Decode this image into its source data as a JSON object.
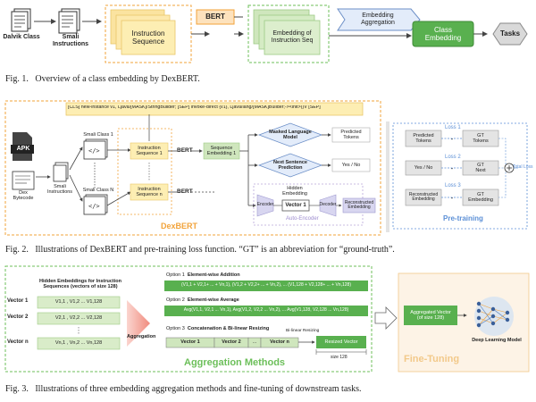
{
  "fig1": {
    "dalvik_class": "Dalvik Class",
    "smali_instructions": "Smali\nInstructions",
    "instruction_sequence": "Instruction\nSequence",
    "bert": "BERT",
    "embedding_of_instruction_seq": "Embedding of\nInstruction Seq",
    "embedding_aggregation": "Embedding\nAggregation",
    "class_embedding": "Class\nEmbedding",
    "tasks": "Tasks",
    "caption_label": "Fig. 1.",
    "caption_text": "Overview of a class embedding by DexBERT."
  },
  "fig2": {
    "sequence_text": "[CLS] new-instance v1, Ljava/[MASK]/StringBuilder; [SEP] invoke-direct {v1}, Ljava/lang/[MASK]Builder;-><init>()V [SEP]",
    "apk": "APK",
    "dex_bytecode": "Dex\nBytecode",
    "smali_class_1": "Smali Class 1",
    "smali_class_n": "Smali Class N",
    "smali_instructions": "Smali\nInstructions",
    "instruction_sequence_1": "Instruction\nSequence 1",
    "instruction_sequence_n": "Instruction\nSequence n",
    "bert_1": "BERT",
    "bert_n": "BERT",
    "sequence_embedding_1": "Sequence\nEmbedding 1",
    "masked_lm": "Masked Language\nModel",
    "predicted_tokens": "Predicted\nTokens",
    "next_sentence_prediction": "Next Sentence\nPrediction",
    "yes_no": "Yes / No",
    "hidden_embedding": "Hidden\nEmbedding",
    "encoder": "Encoder",
    "vector_1": "Vector 1",
    "decoder": "Decoder",
    "reconstructed_embedding": "Reconstructed\nEmbedding",
    "auto_encoder": "Auto-Encoder",
    "dexbert": "DexBERT",
    "loss1": "Loss 1",
    "loss2": "Loss 2",
    "loss3": "Loss 3",
    "pt_predicted_tokens": "Predicted\nTokens",
    "pt_gt_tokens": "GT\nTokens",
    "pt_yes_no": "Yes / No",
    "pt_gt_next": "GT\nNext",
    "pt_reconstructed": "Reconstructed\nEmbedding",
    "pt_gt_embedding": "GT\nEmbedding",
    "total_loss": "Total Loss",
    "pre_training": "Pre-training",
    "caption_label": "Fig. 2.",
    "caption_text": "Illustrations of DexBERT and pre-training loss function. “GT” is an abbreviation for “ground-truth”."
  },
  "fig3": {
    "hidden_title": "Hidden Embeddings for Instruction\nSequences (vectors of size 128)",
    "vector1": "Vector 1",
    "vector2": "Vector 2",
    "vectorn": "Vector n",
    "row1": "V1,1 , V1,2 ...   V1,128",
    "row2": "V2,1 , V2,2 ...   V2,128",
    "rown": "Vn,1 , Vn,2 ...   Vn,128",
    "aggregation": "Aggregation",
    "opt1_label": "Option 1",
    "opt1_title": "Element-wise Addition",
    "opt1_formula": "(V1,1 + V2,1+ ... + Vn,1), (V1,2 + V2,2+ ... + Vn,2), ... (V1,128 + V2,128+ ... + Vn,128)",
    "opt2_label": "Option 2",
    "opt2_title": "Element-wise Average",
    "opt2_formula": "Avg(V1,1, V2,1 ... Vn,1), Avg(V1,2, V2,2 ... Vn,2), ... Avg(V1,128, V2,128 ... Vn,128)",
    "opt3_label": "Option 3",
    "opt3_title": "Concatenation & Bi-linear Resizing",
    "v1": "Vector 1",
    "v2": "Vector 2",
    "vdots": "...",
    "vn": "Vector n",
    "bilinear": "Bi-linear Resizing",
    "resized_vector": "Resized Vector",
    "size128": "size 128",
    "aggregation_methods": "Aggregation Methods",
    "aggregated_vector": "Aggregated Vector\n(of size 128)",
    "deep_learning_model": "Deep Learning Model",
    "fine_tuning": "Fine-Tuning",
    "caption_label": "Fig. 3.",
    "caption_text": "Illustrations of three embedding aggregation methods and fine-tuning of downstream tasks."
  },
  "colors": {
    "accent_orange": "#f2a33a",
    "sticky_yellow": "#fdeeb3",
    "green_box": "#d9ecc9",
    "dark_green": "#59b04f",
    "lavender": "#d8d6f0",
    "blue_dash": "#5b8fd6",
    "panel_gray": "#e4e4e4"
  }
}
